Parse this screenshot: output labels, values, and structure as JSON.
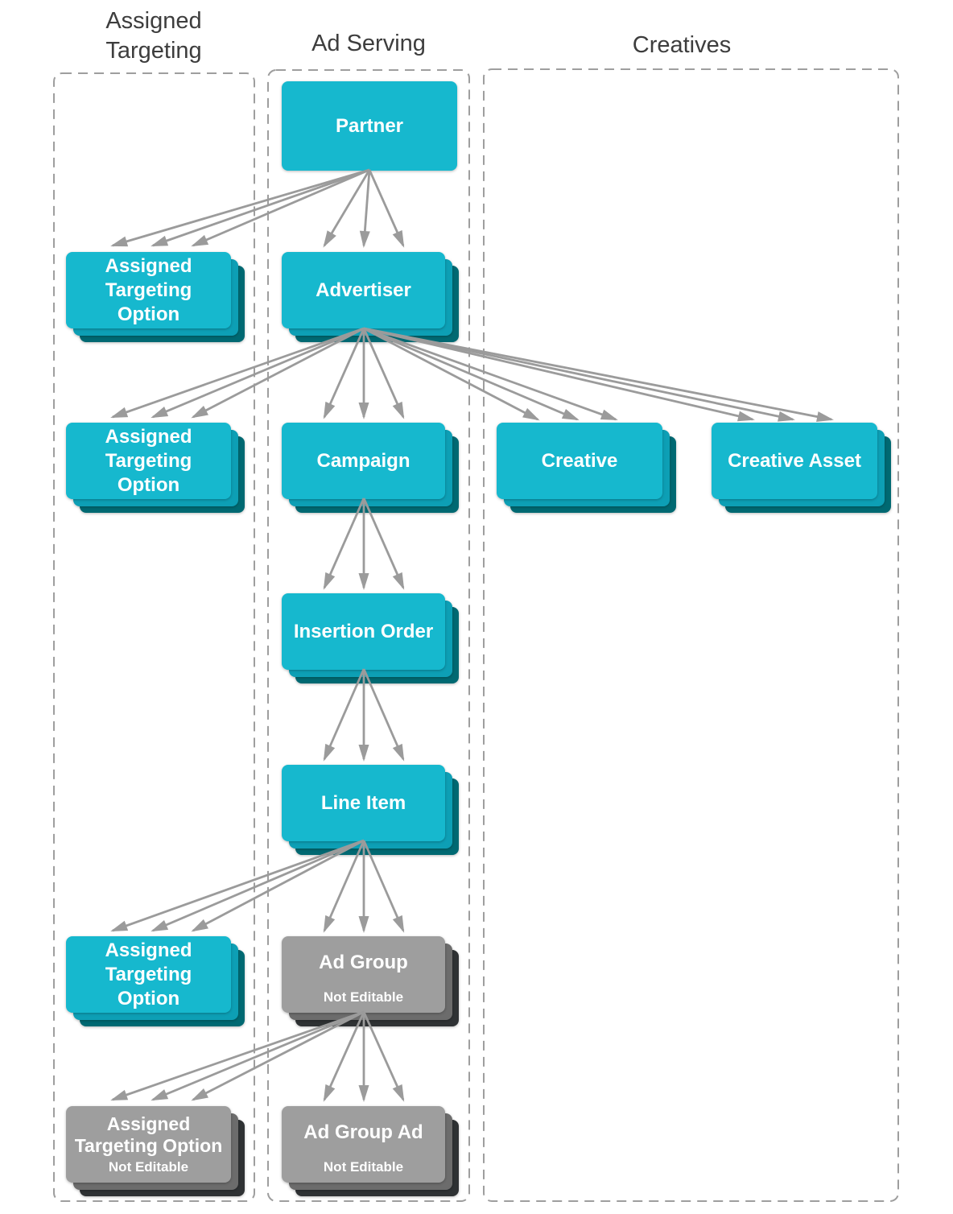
{
  "column_headings": {
    "assigned_targeting": "Assigned Targeting",
    "ad_serving": "Ad Serving",
    "creatives": "Creatives"
  },
  "nodes": {
    "partner": {
      "label": "Partner"
    },
    "ato_partner": {
      "lines": [
        "Assigned",
        "Targeting",
        "Option"
      ]
    },
    "advertiser": {
      "label": "Advertiser"
    },
    "ato_advertiser": {
      "lines": [
        "Assigned",
        "Targeting",
        "Option"
      ]
    },
    "campaign": {
      "label": "Campaign"
    },
    "creative": {
      "label": "Creative"
    },
    "creative_asset": {
      "label": "Creative Asset"
    },
    "insertion_order": {
      "label": "Insertion Order"
    },
    "line_item": {
      "label": "Line Item"
    },
    "ato_line_item": {
      "lines": [
        "Assigned",
        "Targeting",
        "Option"
      ]
    },
    "ad_group": {
      "label": "Ad Group",
      "sub": "Not Editable"
    },
    "ato_not_editable": {
      "lines": [
        "Assigned",
        "Targeting Option"
      ],
      "sub": "Not Editable"
    },
    "ad_group_ad": {
      "label": "Ad Group Ad",
      "sub": "Not Editable"
    }
  },
  "colors": {
    "card-cyan": "#16b8ce",
    "card-cyan-mid": "#0d9fb5",
    "card-cyan-dark": "#006972",
    "card-gray": "#9e9e9e",
    "card-gray-mid": "#6c6c6c",
    "card-gray-dark": "#2f3234",
    "arrow": "#9b9b9b",
    "zone-border": "#9e9e9e",
    "heading-text": "#3d3d3d",
    "card-text": "#ffffff"
  }
}
